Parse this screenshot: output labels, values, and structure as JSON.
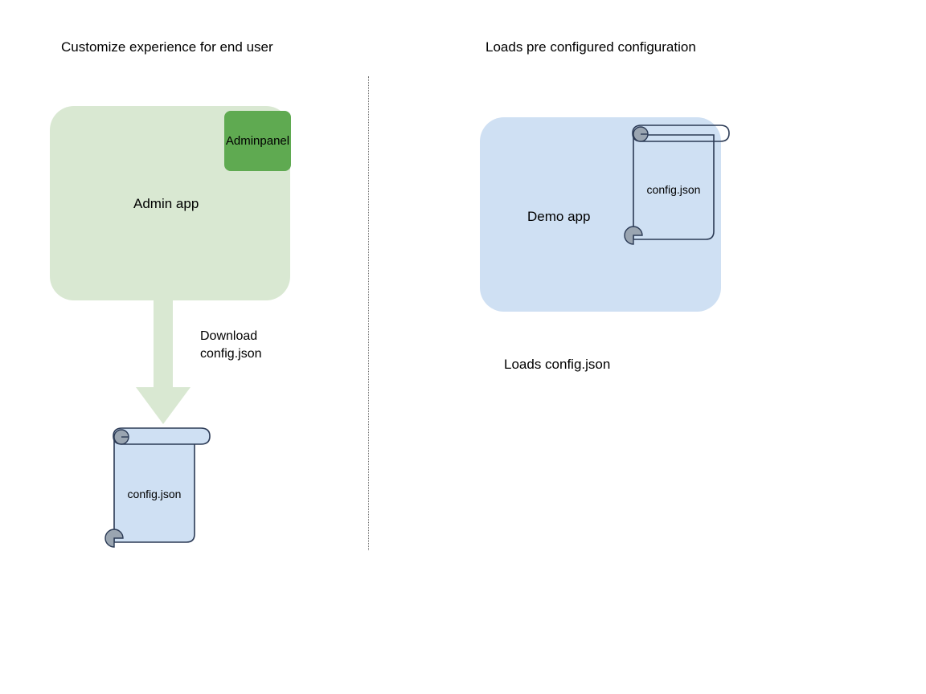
{
  "diagram": {
    "background_color": "#ffffff",
    "columns": [
      {
        "id": "left",
        "title": "Customize experience for end user",
        "app": {
          "name": "Admin app",
          "fill_color": "#d9e8d2",
          "badge": {
            "label": "Admin\npanel",
            "label_line1": "Admin",
            "label_line2": "panel",
            "fill_color": "#5faa51"
          }
        },
        "arrow": {
          "label_line1": "Download",
          "label_line2": "config.json",
          "color": "#d9e8d2",
          "direction": "down"
        },
        "artifact": {
          "label": "config.json",
          "fill_color": "#cfe0f3",
          "stroke_color": "#2b3a55",
          "curl_color": "#9aa5b1",
          "icon": "scroll-icon"
        }
      },
      {
        "id": "right",
        "title": "Loads pre configured configuration",
        "app": {
          "name": "Demo app",
          "fill_color": "#cfe0f3"
        },
        "artifact": {
          "label": "config.json",
          "fill_color": "transparent",
          "stroke_color": "#2b3a55",
          "curl_color": "#9aa5b1",
          "icon": "scroll-icon"
        },
        "caption": "Loads config.json"
      }
    ],
    "divider": {
      "style": "dotted",
      "color": "#6b6b6b",
      "orientation": "vertical"
    }
  }
}
